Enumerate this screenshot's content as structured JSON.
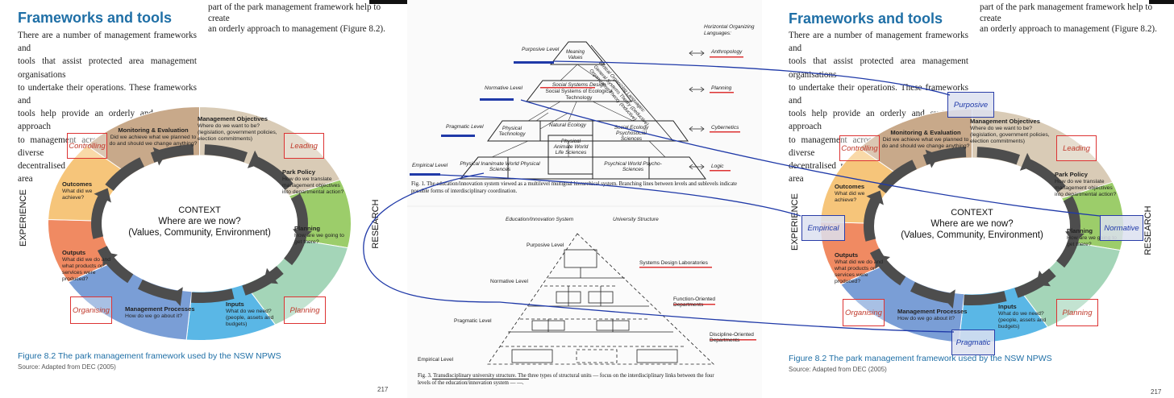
{
  "left_page": {
    "heading": "Frameworks and tools",
    "paragraph_lines": [
      "There are a number of management frameworks and",
      "tools that assist protected area management organisations",
      "to undertake their operations. These frameworks and",
      "tools help provide an orderly and systematic approach",
      "to management across what may be a large, diverse and",
      "decentralised national or sub-national protected area"
    ],
    "top_right_lines": [
      "part of the park management framework help to create",
      "an orderly approach to management (Figure 8.2)."
    ],
    "side_label": "EXPERIENCE",
    "caption": "Figure 8.2 The park management framework used by the NSW NPWS",
    "source": "Source: Adapted from DEC (2005)",
    "page_number": "217"
  },
  "diagram": {
    "context": [
      "CONTEXT",
      "Where are we now?",
      "(Values, Community, Environment)"
    ],
    "segments": [
      {
        "key": "objectives",
        "title": "Management Objectives",
        "text": "Where do we want to be? (legislation, government policies, election commitments)",
        "color": "#d9cbb6"
      },
      {
        "key": "policy",
        "title": "Park Policy",
        "text": "How do we translate management objectives into departmental action?",
        "color": "#9ccd6a"
      },
      {
        "key": "planning",
        "title": "Planning",
        "text": "How are we going to get there?",
        "color": "#a4d5b8"
      },
      {
        "key": "inputs",
        "title": "Inputs",
        "text": "What do we need? (people, assets and budgets)",
        "color": "#5ab7e6"
      },
      {
        "key": "processes",
        "title": "Management Processes",
        "text": "How do we go about it?",
        "color": "#7a9ed6"
      },
      {
        "key": "outputs",
        "title": "Outputs",
        "text": "What did we do and what products or services were produced?",
        "color": "#f08a62"
      },
      {
        "key": "outcomes",
        "title": "Outcomes",
        "text": "What did we achieve?",
        "color": "#f6c57a"
      },
      {
        "key": "monitoring",
        "title": "Monitoring & Evaluation",
        "text": "Did we achieve what we planned to do and should we change anything?",
        "color": "#c8a98a"
      }
    ],
    "red_boxes": [
      "Controlling",
      "Leading",
      "Organising",
      "Planning"
    ]
  },
  "middle_page": {
    "top_right_heading": [
      "Horizontal Organizing",
      "Languages:"
    ],
    "levels_fig1": [
      "Purposive Level",
      "Normative Level",
      "Pragmatic Level",
      "Empirical Level"
    ],
    "pyramid_top": [
      "Meaning",
      "Values"
    ],
    "social_systems": [
      "Social Systems Design",
      "Social Systems of Ecological",
      "Technology"
    ],
    "pragmatic_cells": [
      "Physical Technology",
      "Natural Ecology",
      "Social Ecology Psychosocial Sciences"
    ],
    "empirical_cells": [
      "Physical Inanimate World Physical Sciences",
      "Physical Animate World Life Sciences",
      "Psychical World Psycho-Sciences"
    ],
    "diagonal_text": [
      "Vertical Organizing Languages:",
      "General Systems Theory (Deductive)",
      "Organization Theory (Inductive)"
    ],
    "right_languages": [
      "Anthropology",
      "Planning",
      "Cybernetics",
      "Logic"
    ],
    "fig1_caption": [
      "Fig. 1. The education/innovation system viewed as a multilevel multigoal hierarchical system. Branching lines between levels and sublevels indicate",
      "possible forms of interdisciplinary coordination."
    ],
    "fig3_headers": [
      "Education/Innovation System",
      "University Structure"
    ],
    "fig3_levels": [
      "Purposive Level",
      "Normative Level",
      "Pragmatic Level",
      "Empirical Level"
    ],
    "fig3_units": [
      "Systems Design Laboratories",
      "Function-Oriented Departments",
      "Discipline-Oriented Departments"
    ],
    "fig3_caption": [
      "Fig. 3. Transdisciplinary university structure. The three types of structural units — focus on the interdisciplinary links between the four",
      "levels of the education/innovation system — —."
    ],
    "side_label": "RESEARCH"
  },
  "right_page": {
    "heading": "Frameworks and tools",
    "paragraph_lines": [
      "There are a number of management frameworks and",
      "tools that assist protected area management organisations",
      "to undertake their operations. These frameworks and",
      "tools help provide an orderly and systematic approach",
      "to management across what may be a large, diverse and",
      "decentralised national or sub-national protected area"
    ],
    "top_right_lines": [
      "part of the park management framework help to create",
      "an orderly approach to management (Figure 8.2)."
    ],
    "side_label_left": "EXPERIENCE",
    "side_label_right": "RESEARCH",
    "blue_boxes": [
      "Purposive",
      "Empirical",
      "Normative",
      "Pragmatic"
    ],
    "caption": "Figure 8.2 The park management framework used by the NSW NPWS",
    "source": "Source: Adapted from DEC (2005)",
    "page_number": "217"
  },
  "colors": {
    "heading_blue": "#1f6fa6",
    "red_box": "#d33333",
    "blue_box": "#2a3ea8",
    "connector": "#1f39a8",
    "arrow_grey": "#555555"
  }
}
